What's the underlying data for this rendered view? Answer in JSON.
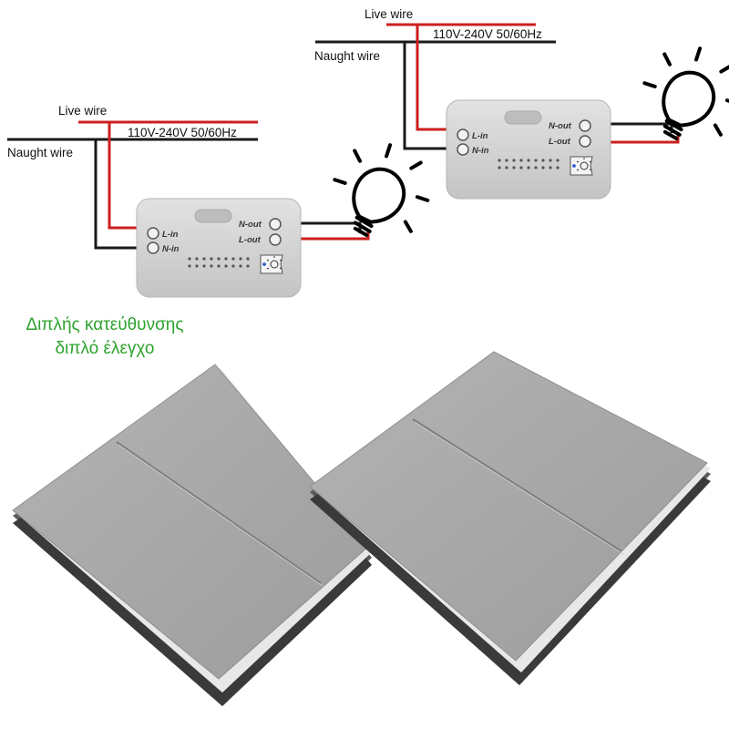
{
  "wiring": {
    "live_label": "Live wire",
    "neutral_label": "Naught wire",
    "voltage_label": "110V-240V 50/60Hz"
  },
  "module": {
    "l_in": "L-in",
    "n_in": "N-in",
    "n_out": "N-out",
    "l_out": "L-out"
  },
  "caption": {
    "line1": "Διπλής κατεύθυνσης",
    "line2": "διπλό έλεγχο",
    "color": "#2ea32e"
  },
  "colors": {
    "live": "#cc1f1f",
    "neutral": "#1a1a1a",
    "module_body": "#d6d6d6",
    "switch_plate": "#a8a8a8"
  }
}
